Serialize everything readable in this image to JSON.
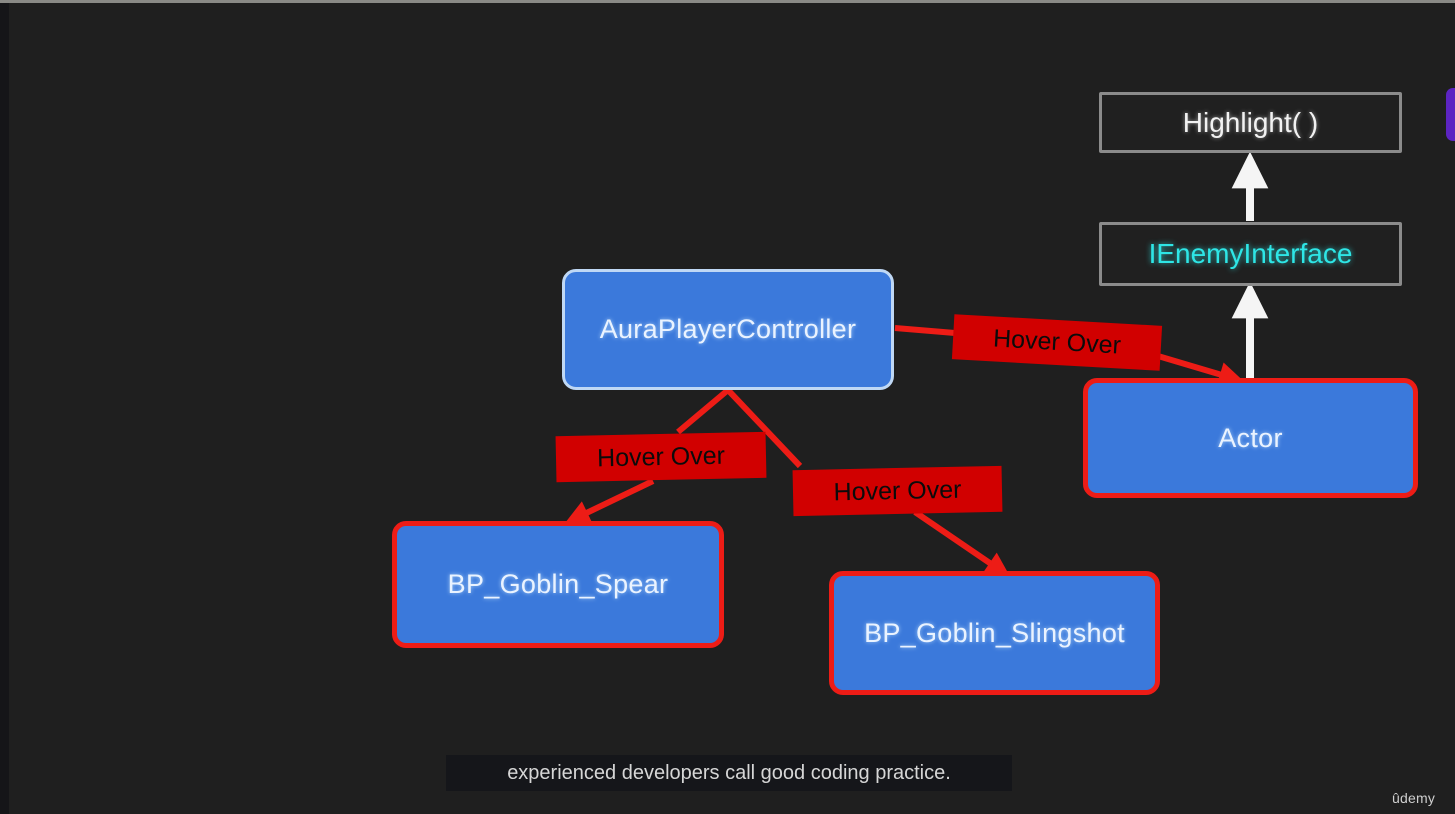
{
  "background": {
    "canvas_color": "#1f1f1f",
    "left_strip_color": "#151518",
    "progress_line_color": "#8a8a86",
    "purple_tab_color": "#5c24c2"
  },
  "palette": {
    "box_blue": "#3b79db",
    "outline_red": "#ed1c16",
    "tag_red": "#d10000",
    "outline_light_blue": "#bfd8f5",
    "outline_grey": "#8b8b8b",
    "text_cyan": "#2ee6e6",
    "text_white": "#eaf3ff",
    "arrow_white": "#f5f5f5"
  },
  "diagram": {
    "nodes": [
      {
        "id": "highlight",
        "label": "Highlight( )",
        "kind": "method",
        "style": "plain-white"
      },
      {
        "id": "ienemyinterface",
        "label": "IEnemyInterface",
        "kind": "interface",
        "style": "plain-cyan"
      },
      {
        "id": "actor",
        "label": "Actor",
        "kind": "class",
        "style": "blue-red"
      },
      {
        "id": "auraplayerctrl",
        "label": "AuraPlayerController",
        "kind": "class",
        "style": "blue-light"
      },
      {
        "id": "goblin_spear",
        "label": "BP_Goblin_Spear",
        "kind": "blueprint",
        "style": "blue-red"
      },
      {
        "id": "goblin_slingshot",
        "label": "BP_Goblin_Slingshot",
        "kind": "blueprint",
        "style": "blue-red"
      }
    ],
    "edge_labels": {
      "to_actor": "Hover Over",
      "to_spear": "Hover Over",
      "to_slingshot": "Hover Over"
    },
    "edges": [
      {
        "from": "ienemyinterface",
        "to": "highlight",
        "color": "white",
        "kind": "implements"
      },
      {
        "from": "actor",
        "to": "ienemyinterface",
        "color": "white",
        "kind": "implements"
      },
      {
        "from": "auraplayerctrl",
        "to": "actor",
        "color": "red",
        "label": "Hover Over"
      },
      {
        "from": "auraplayerctrl",
        "to": "goblin_spear",
        "color": "red",
        "label": "Hover Over"
      },
      {
        "from": "auraplayerctrl",
        "to": "goblin_slingshot",
        "color": "red",
        "label": "Hover Over"
      }
    ]
  },
  "caption": {
    "text": "experienced developers call good coding practice."
  },
  "watermark": {
    "text": "ûdemy"
  }
}
